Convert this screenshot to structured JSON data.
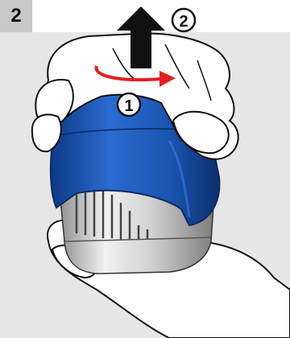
{
  "figure": {
    "step_number": "2",
    "callouts": [
      {
        "label": "1",
        "meaning": "twist"
      },
      {
        "label": "2",
        "meaning": "pull-up"
      }
    ]
  },
  "colors": {
    "background": "#e6e6e6",
    "badge": "#c8c8c8",
    "cap_blue": "#1a55b0",
    "cap_blue_dark": "#0d3a85",
    "arrow_red": "#e02020",
    "arrow_black": "#111111",
    "skin": "#ffffff"
  }
}
